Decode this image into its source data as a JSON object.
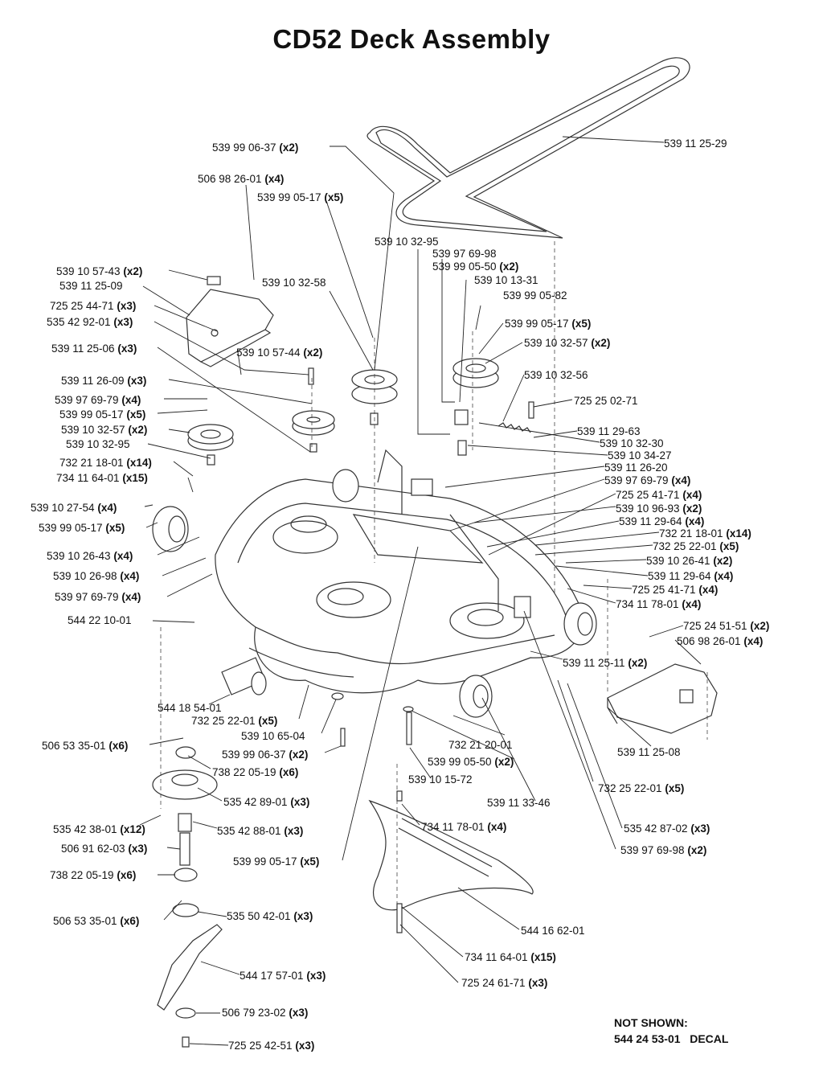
{
  "title": "CD52 Deck Assembly",
  "not_shown": {
    "heading": "NOT SHOWN:",
    "part": "544 24 53-01",
    "description": "DECAL"
  },
  "callouts": [
    {
      "part": "539 11 25-29",
      "qty": ""
    },
    {
      "part": "539 99 06-37",
      "qty": "(x2)"
    },
    {
      "part": "506 98 26-01",
      "qty": "(x4)"
    },
    {
      "part": "539 99 05-17",
      "qty": "(x5)"
    },
    {
      "part": "539 10 32-95",
      "qty": ""
    },
    {
      "part": "539 97 69-98",
      "qty": ""
    },
    {
      "part": "539 99 05-50",
      "qty": "(x2)"
    },
    {
      "part": "539 10 13-31",
      "qty": ""
    },
    {
      "part": "539 10 57-43",
      "qty": "(x2)"
    },
    {
      "part": "539 11 25-09",
      "qty": ""
    },
    {
      "part": "539 10 32-58",
      "qty": ""
    },
    {
      "part": "539 99 05-82",
      "qty": ""
    },
    {
      "part": "725 25 44-71",
      "qty": "(x3)"
    },
    {
      "part": "535 42 92-01",
      "qty": "(x3)"
    },
    {
      "part": "539 99 05-17",
      "qty": "(x5)"
    },
    {
      "part": "539 10 32-57",
      "qty": "(x2)"
    },
    {
      "part": "539 10 57-44",
      "qty": "(x2)"
    },
    {
      "part": "539 11 25-06",
      "qty": "(x3)"
    },
    {
      "part": "539 10 32-56",
      "qty": ""
    },
    {
      "part": "539 11 26-09",
      "qty": "(x3)"
    },
    {
      "part": "725 25 02-71",
      "qty": ""
    },
    {
      "part": "539 97 69-79",
      "qty": "(x4)"
    },
    {
      "part": "539 99 05-17",
      "qty": "(x5)"
    },
    {
      "part": "539 11 29-63",
      "qty": ""
    },
    {
      "part": "539 10 32-57",
      "qty": "(x2)"
    },
    {
      "part": "539 10 32-30",
      "qty": ""
    },
    {
      "part": "539 10 32-95",
      "qty": ""
    },
    {
      "part": "539 10 34-27",
      "qty": ""
    },
    {
      "part": "732 21 18-01",
      "qty": "(x14)"
    },
    {
      "part": "539 11 26-20",
      "qty": ""
    },
    {
      "part": "734 11 64-01",
      "qty": "(x15)"
    },
    {
      "part": "539 97 69-79",
      "qty": "(x4)"
    },
    {
      "part": "725 25 41-71",
      "qty": "(x4)"
    },
    {
      "part": "539 10 27-54",
      "qty": "(x4)"
    },
    {
      "part": "539 10 96-93",
      "qty": "(x2)"
    },
    {
      "part": "539 99 05-17",
      "qty": "(x5)"
    },
    {
      "part": "539 11 29-64",
      "qty": "(x4)"
    },
    {
      "part": "732 21 18-01",
      "qty": "(x14)"
    },
    {
      "part": "539 10 26-43",
      "qty": "(x4)"
    },
    {
      "part": "732 25 22-01",
      "qty": "(x5)"
    },
    {
      "part": "539 10 26-41",
      "qty": "(x2)"
    },
    {
      "part": "539 10 26-98",
      "qty": "(x4)"
    },
    {
      "part": "539 11 29-64",
      "qty": "(x4)"
    },
    {
      "part": "725 25 41-71",
      "qty": "(x4)"
    },
    {
      "part": "539 97 69-79",
      "qty": "(x4)"
    },
    {
      "part": "734 11 78-01",
      "qty": "(x4)"
    },
    {
      "part": "544 22 10-01",
      "qty": ""
    },
    {
      "part": "725 24 51-51",
      "qty": "(x2)"
    },
    {
      "part": "506 98 26-01",
      "qty": "(x4)"
    },
    {
      "part": "539 11 25-11",
      "qty": "(x2)"
    },
    {
      "part": "544 18 54-01",
      "qty": ""
    },
    {
      "part": "732 25 22-01",
      "qty": "(x5)"
    },
    {
      "part": "539 10 65-04",
      "qty": ""
    },
    {
      "part": "506 53 35-01",
      "qty": "(x6)"
    },
    {
      "part": "539 99 06-37",
      "qty": "(x2)"
    },
    {
      "part": "738 22 05-19",
      "qty": "(x6)"
    },
    {
      "part": "732 21 20-01",
      "qty": ""
    },
    {
      "part": "539 99 05-50",
      "qty": "(x2)"
    },
    {
      "part": "539 11 25-08",
      "qty": ""
    },
    {
      "part": "539 10 15-72",
      "qty": ""
    },
    {
      "part": "535 42 89-01",
      "qty": "(x3)"
    },
    {
      "part": "732 25 22-01",
      "qty": "(x5)"
    },
    {
      "part": "539 11 33-46",
      "qty": ""
    },
    {
      "part": "535 42 38-01",
      "qty": "(x12)"
    },
    {
      "part": "535 42 88-01",
      "qty": "(x3)"
    },
    {
      "part": "506 91 62-03",
      "qty": "(x3)"
    },
    {
      "part": "734 11 78-01",
      "qty": "(x4)"
    },
    {
      "part": "535 42 87-02",
      "qty": "(x3)"
    },
    {
      "part": "539 97 69-98",
      "qty": "(x2)"
    },
    {
      "part": "738 22 05-19",
      "qty": "(x6)"
    },
    {
      "part": "539 99 05-17",
      "qty": "(x5)"
    },
    {
      "part": "506 53 35-01",
      "qty": "(x6)"
    },
    {
      "part": "535 50 42-01",
      "qty": "(x3)"
    },
    {
      "part": "544 16 62-01",
      "qty": ""
    },
    {
      "part": "734 11 64-01",
      "qty": "(x15)"
    },
    {
      "part": "544 17 57-01",
      "qty": "(x3)"
    },
    {
      "part": "725 24 61-71",
      "qty": "(x3)"
    },
    {
      "part": "506 79 23-02",
      "qty": "(x3)"
    },
    {
      "part": "725 25 42-51",
      "qty": "(x3)"
    }
  ]
}
